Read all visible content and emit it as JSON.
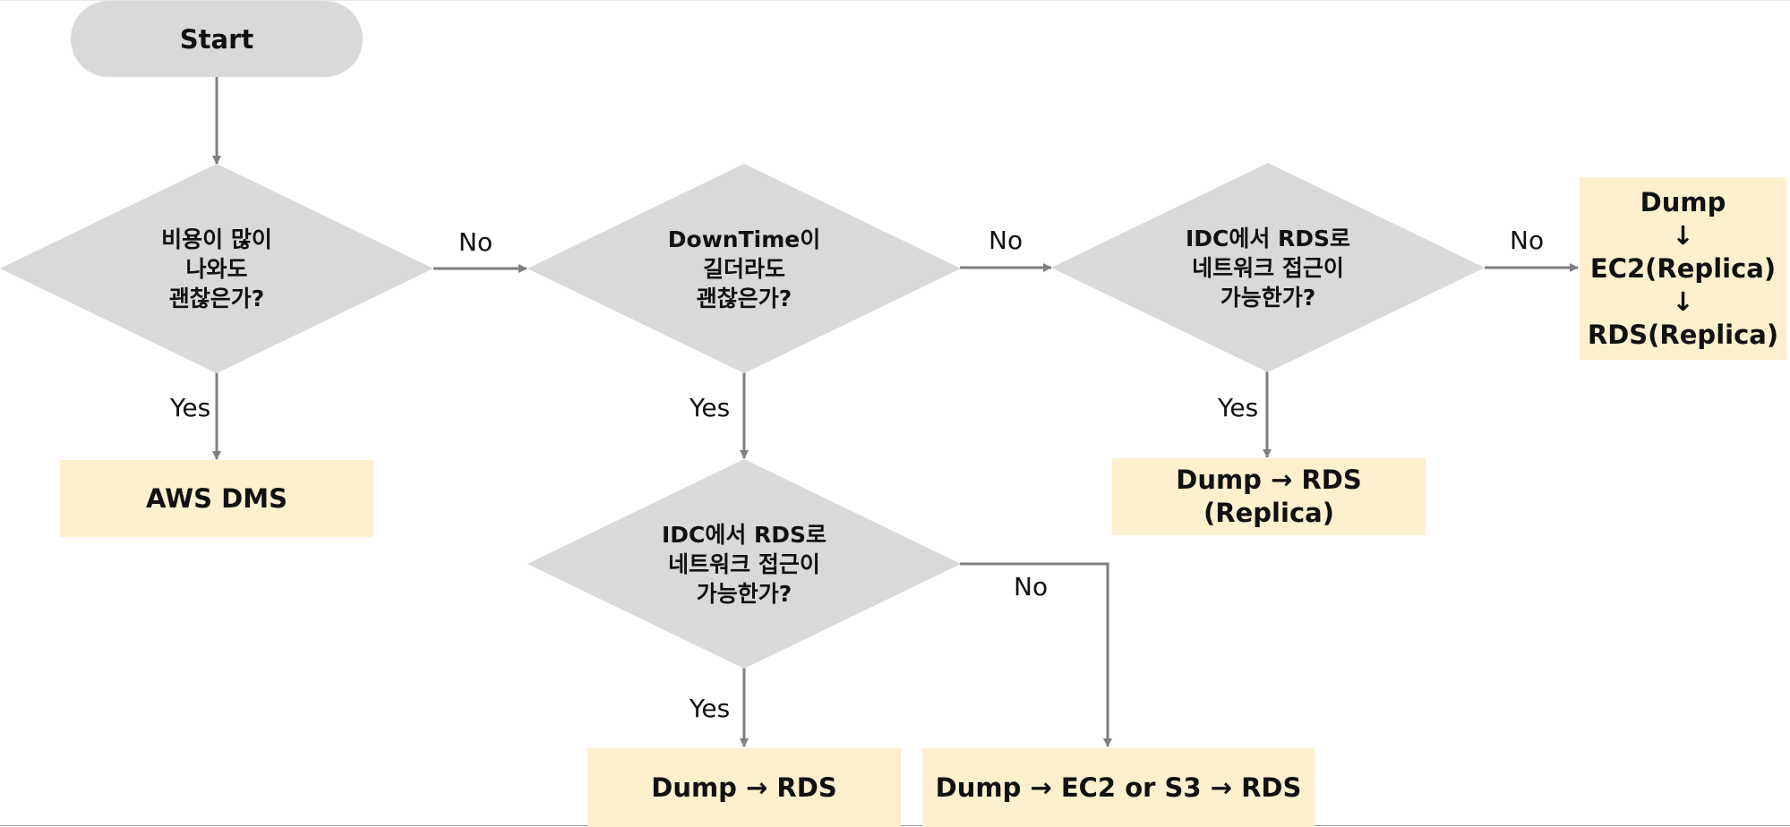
{
  "start": {
    "label": "Start"
  },
  "decisions": {
    "cost": {
      "lines": [
        "비용이 많이",
        "나와도",
        "괜찮은가?"
      ]
    },
    "downtime": {
      "lines": [
        "DownTime이",
        "길더라도",
        "괜찮은가?"
      ]
    },
    "network_top": {
      "lines": [
        "IDC에서 RDS로",
        "네트워크 접근이",
        "가능한가?"
      ]
    },
    "network_bottom": {
      "lines": [
        "IDC에서 RDS로",
        "네트워크 접근이",
        "가능한가?"
      ]
    }
  },
  "results": {
    "aws_dms": {
      "lines": [
        "AWS DMS"
      ]
    },
    "dump_rds_replica": {
      "lines": [
        "Dump → RDS",
        "(Replica)"
      ]
    },
    "dump_ec2_rds_replica": {
      "lines": [
        "Dump",
        "↓",
        "EC2(Replica)",
        "↓",
        "RDS(Replica)"
      ]
    },
    "dump_rds": {
      "lines": [
        "Dump → RDS"
      ]
    },
    "dump_ec2_s3_rds": {
      "lines": [
        "Dump → EC2 or S3 → RDS"
      ]
    }
  },
  "labels": {
    "yes": "Yes",
    "no": "No"
  },
  "colors": {
    "decision_fill": "#d9d9d9",
    "result_fill": "#fdf0cf",
    "arrow": "#7f7f7f"
  }
}
